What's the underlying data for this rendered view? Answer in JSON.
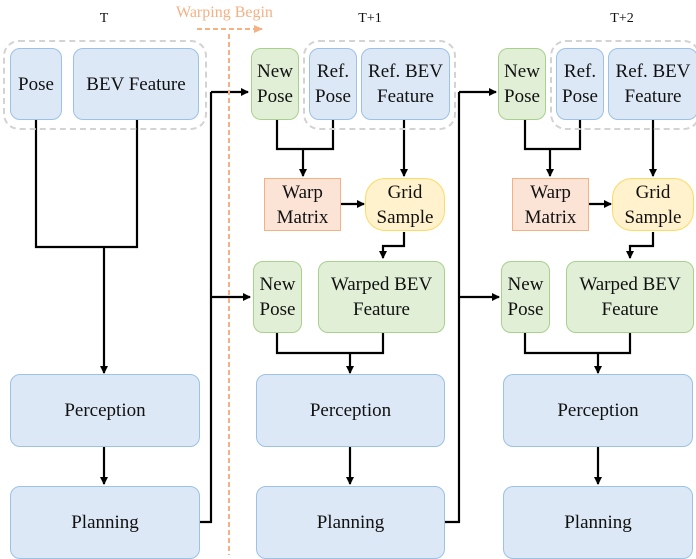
{
  "warping_label": "Warping Begin",
  "colors": {
    "input_blue": "#dce8f5",
    "new_pose_green": "#e0efd6",
    "warp_matrix_orange": "#fbe3d6",
    "grid_sample_yellow": "#fff2cc",
    "warping_accent": "#f4b183"
  },
  "steps": [
    {
      "label": "T",
      "pose": "Pose",
      "bev_feature": "BEV Feature",
      "perception": "Perception",
      "planning": "Planning"
    },
    {
      "label": "T+1",
      "new_pose_top": "New\nPose",
      "ref_pose": "Ref.\nPose",
      "ref_bev": "Ref. BEV\nFeature",
      "warp_matrix": "Warp\nMatrix",
      "grid_sample": "Grid\nSample",
      "new_pose_bottom": "New\nPose",
      "warped_bev": "Warped BEV\nFeature",
      "perception": "Perception",
      "planning": "Planning"
    },
    {
      "label": "T+2",
      "new_pose_top": "New\nPose",
      "ref_pose": "Ref.\nPose",
      "ref_bev": "Ref. BEV\nFeature",
      "warp_matrix": "Warp\nMatrix",
      "grid_sample": "Grid\nSample",
      "new_pose_bottom": "New\nPose",
      "warped_bev": "Warped BEV\nFeature",
      "perception": "Perception",
      "planning": "Planning"
    }
  ]
}
